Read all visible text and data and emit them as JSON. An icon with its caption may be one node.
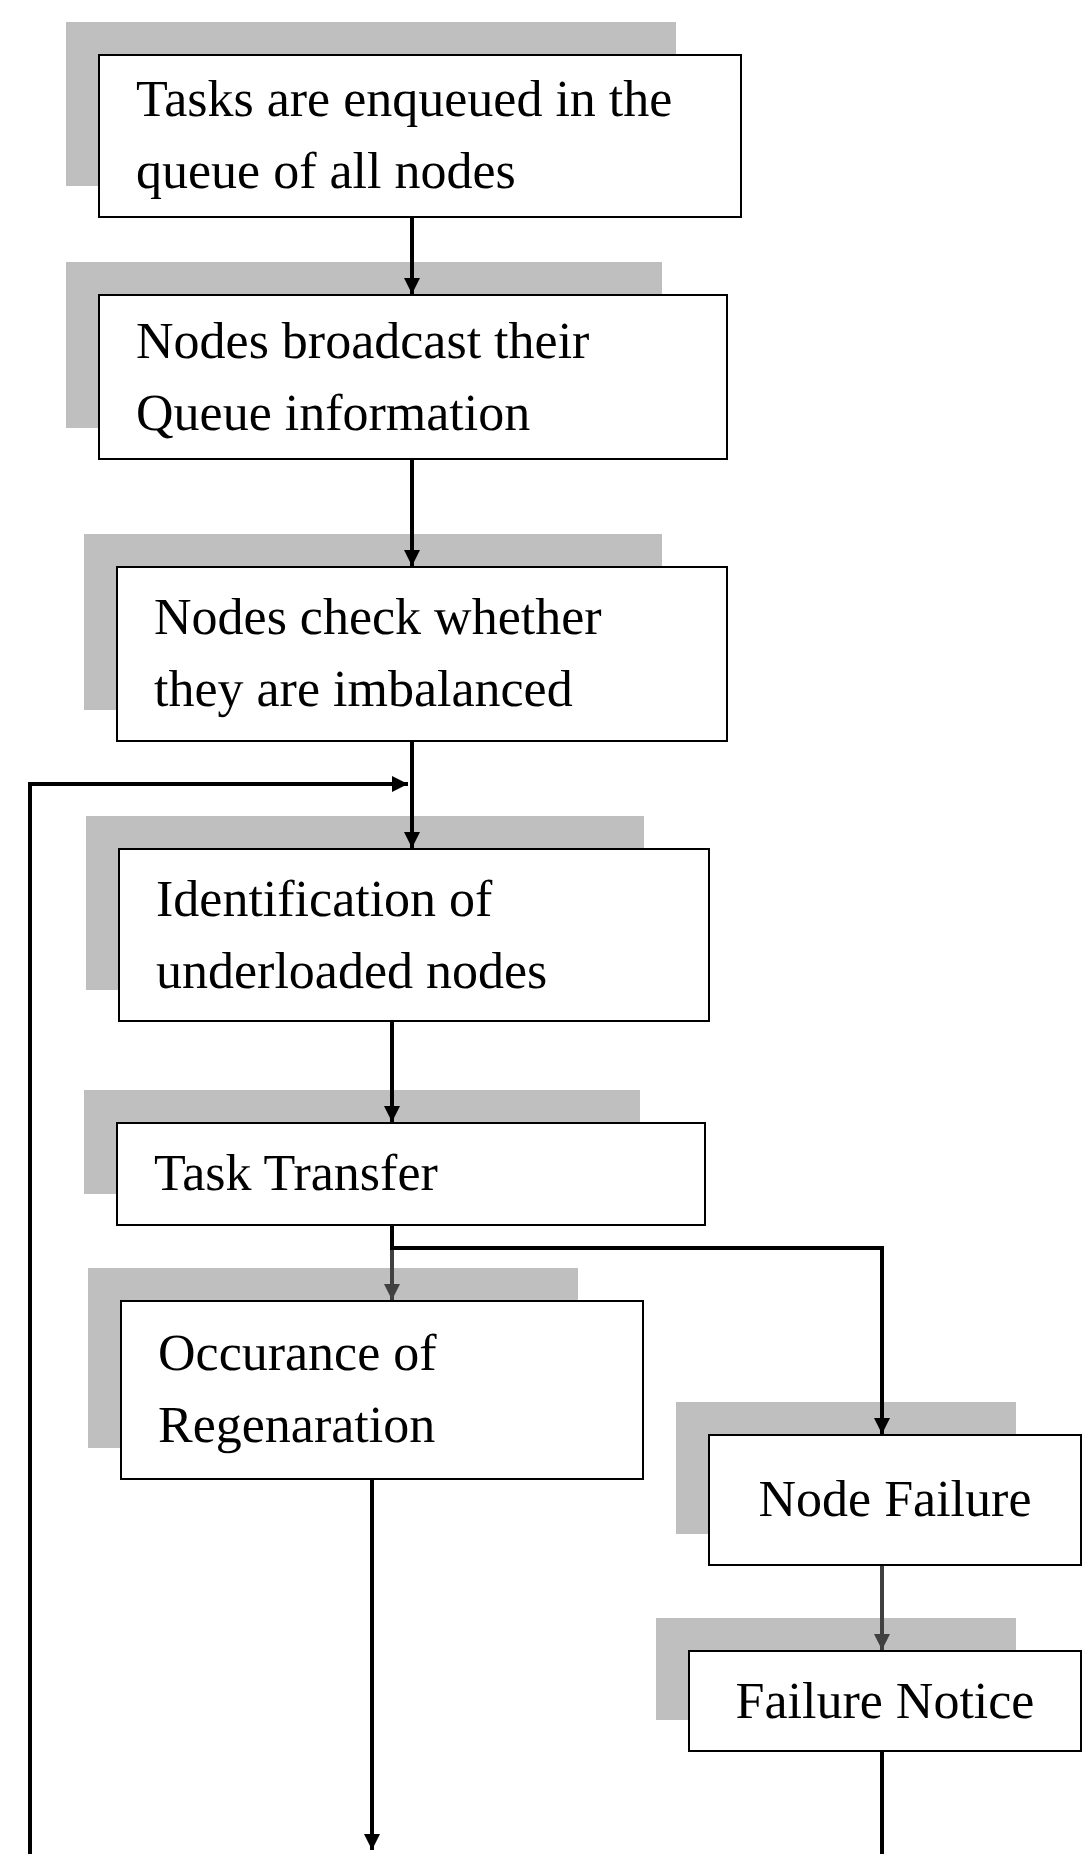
{
  "diagram": {
    "nodes": [
      {
        "text": [
          "Tasks are enqueued in the queue of all nodes"
        ]
      },
      {
        "text": [
          "Nodes broadcast their Queue information"
        ]
      },
      {
        "text": [
          "Nodes check whether they are imbalanced"
        ]
      },
      {
        "text": [
          "Identification of underloaded nodes"
        ]
      },
      {
        "text": [
          "Task Transfer"
        ]
      },
      {
        "text": [
          "Occurance of Regenaration"
        ]
      },
      {
        "text": [
          "Node Failure"
        ]
      },
      {
        "text": [
          "Failure Notice"
        ]
      }
    ],
    "edges": [
      {
        "from": 0,
        "to": 1,
        "arrow": "to"
      },
      {
        "from": 1,
        "to": 2,
        "arrow": "to"
      },
      {
        "from": 2,
        "to": 3,
        "arrow": "to"
      },
      {
        "from": null,
        "to": 3,
        "arrow": "to"
      },
      {
        "from": 3,
        "to": 4,
        "arrow": "to"
      },
      {
        "from": 4,
        "to": 5,
        "arrow": "to",
        "color": "#404040"
      },
      {
        "from": 4,
        "to": 6,
        "arrow": "to"
      },
      {
        "from": 6,
        "to": 7,
        "arrow": "to",
        "color": "#404040"
      },
      {
        "from": 5,
        "to": null,
        "arrow": "to"
      },
      {
        "from": 7,
        "to": null,
        "arrow": "none"
      }
    ]
  }
}
